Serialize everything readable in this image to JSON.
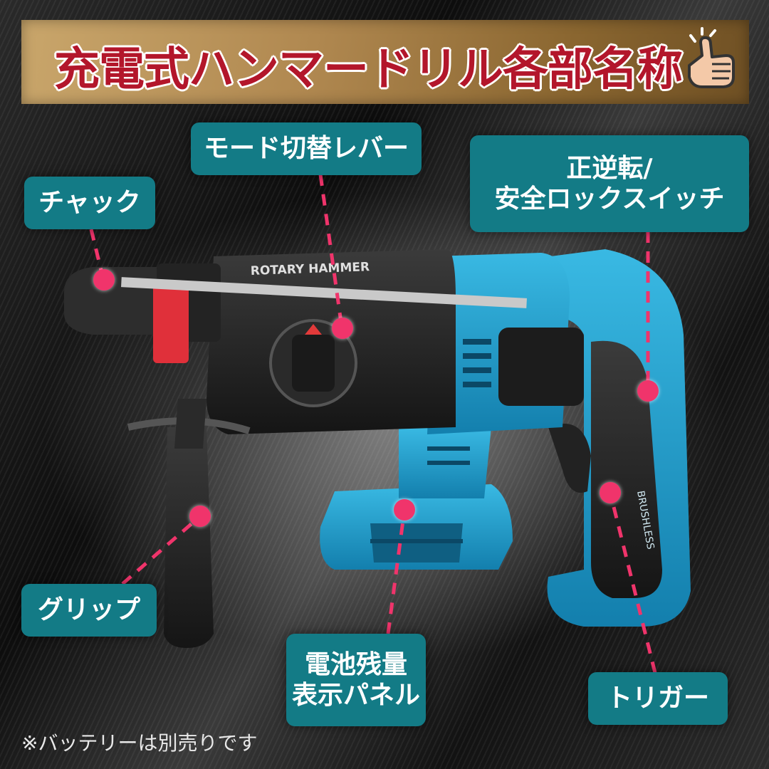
{
  "title": "充電式ハンマードリル各部名称",
  "product_text": {
    "body_logo": "ROTARY HAMMER",
    "grip_logo": "BRUSHLESS"
  },
  "labels": {
    "chuck": "チャック",
    "mode_lever": "モード切替レバー",
    "reverse_switch_line1": "正逆転/",
    "reverse_switch_line2": "安全ロックスイッチ",
    "grip": "グリップ",
    "battery_panel_line1": "電池残量",
    "battery_panel_line2": "表示パネル",
    "trigger": "トリガー"
  },
  "note": "※バッテリーは別売りです",
  "colors": {
    "label_bg": "#137b86",
    "dot": "#f0346b",
    "title_text": "#b3162b",
    "drill_blue": "#1b9cc9"
  },
  "icons": {
    "title_hand": "pointing-hand-icon"
  }
}
